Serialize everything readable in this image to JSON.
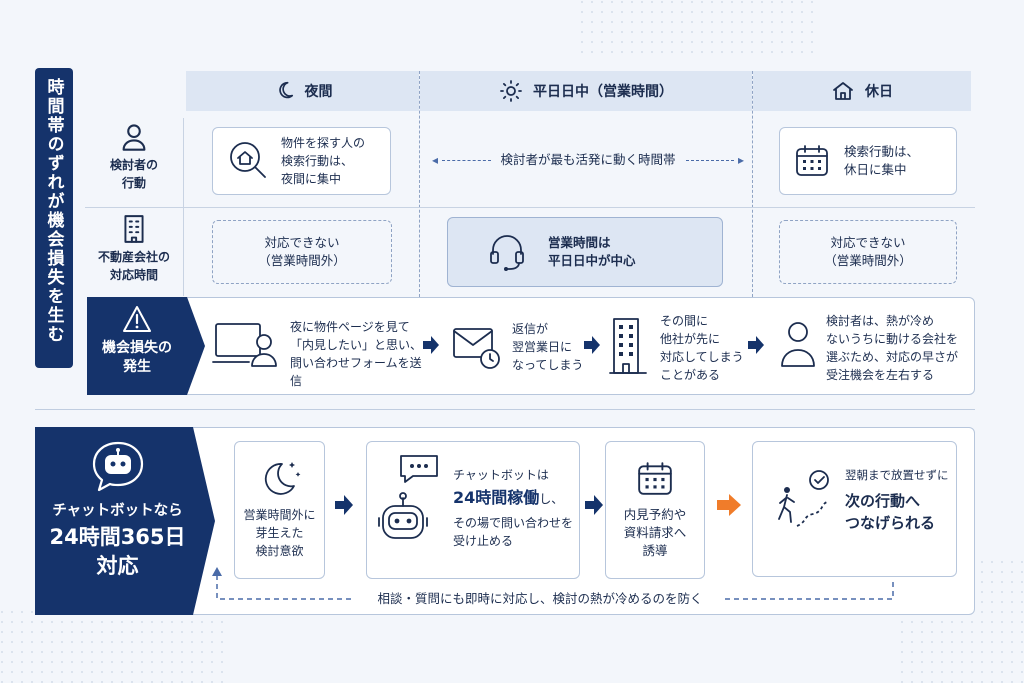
{
  "side_title": "時間帯のずれが機会損失を生む",
  "columns": {
    "night": "夜間",
    "weekday": "平日日中（営業時間）",
    "holiday": "休日"
  },
  "rows": {
    "customer_label": "検討者の\n行動",
    "company_label": "不動産会社の\n対応時間"
  },
  "customer": {
    "night_text": "物件を探す人の\n検索行動は、\n夜間に集中",
    "weekday_text": "検討者が最も活発に動く時間帯",
    "holiday_text": "検索行動は、\n休日に集中"
  },
  "company": {
    "night_text": "対応できない\n（営業時間外）",
    "weekday_text": "営業時間は\n平日日中が中心",
    "holiday_text": "対応できない\n（営業時間外）"
  },
  "loss": {
    "label": "機会損失の\n発生",
    "step1": "夜に物件ページを見て\n「内見したい」と思い、\n問い合わせフォームを送信",
    "step2": "返信が\n翌営業日に\nなってしまう",
    "step3": "その間に\n他社が先に\n対応してしまう\nことがある",
    "step4": "検討者は、熱が冷め\nないうちに動ける会社を\n選ぶため、対応の早さが\n受注機会を左右する"
  },
  "chatbot": {
    "label_line1": "チャットボットなら",
    "label_line2": "24時間365日",
    "label_line3": "対応",
    "step1": "営業時間外に\n芽生えた\n検討意欲",
    "step2_line1": "チャットボットは",
    "step2_line2a": "24時間稼働",
    "step2_line2b": "し、",
    "step2_line3": "その場で問い合わせを\n受け止める",
    "step3": "内見予約や\n資料請求へ\n誘導",
    "step4_small": "翌朝まで放置せずに",
    "step4_big": "次の行動へ\nつなげられる",
    "footer": "相談・質問にも即時に対応し、検討の熱が冷めるのを防く"
  },
  "colors": {
    "navy": "#15336b",
    "accent": "#f07c2a",
    "header_bg": "#dde6f3"
  }
}
